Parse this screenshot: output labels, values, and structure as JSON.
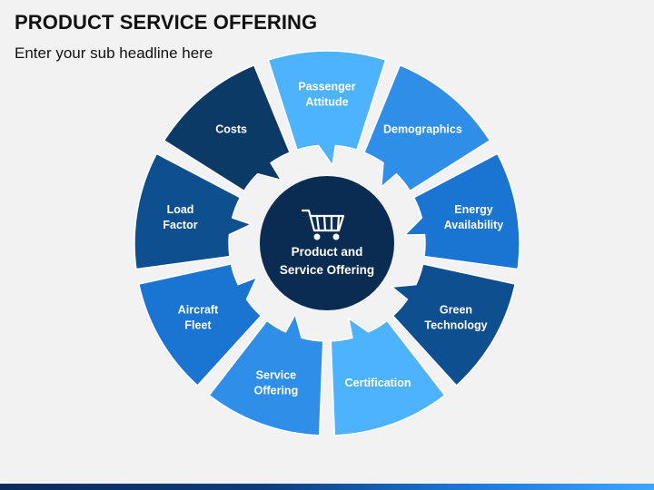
{
  "slide": {
    "title": "PRODUCT SERVICE OFFERING",
    "subtitle": "Enter your sub headline here"
  },
  "center": {
    "icon": "shopping-cart-icon",
    "lines": [
      "Product and",
      "Service Offering"
    ],
    "color": "#0a2b52"
  },
  "segments": [
    {
      "lines": [
        "Passenger",
        "Attitude"
      ],
      "color": "#4db3ff"
    },
    {
      "lines": [
        "Demographics"
      ],
      "color": "#2f8fe8"
    },
    {
      "lines": [
        "Energy",
        "Availability"
      ],
      "color": "#1a74d2"
    },
    {
      "lines": [
        "Green",
        "Technology"
      ],
      "color": "#0e4f8f"
    },
    {
      "lines": [
        "Certification"
      ],
      "color": "#4db3ff"
    },
    {
      "lines": [
        "Service",
        "Offering"
      ],
      "color": "#2f8fe8"
    },
    {
      "lines": [
        "Aircraft",
        "Fleet"
      ],
      "color": "#1a74d2"
    },
    {
      "lines": [
        "Load",
        "Factor"
      ],
      "color": "#0e4f8f"
    },
    {
      "lines": [
        "Costs"
      ],
      "color": "#0b3a66"
    }
  ]
}
